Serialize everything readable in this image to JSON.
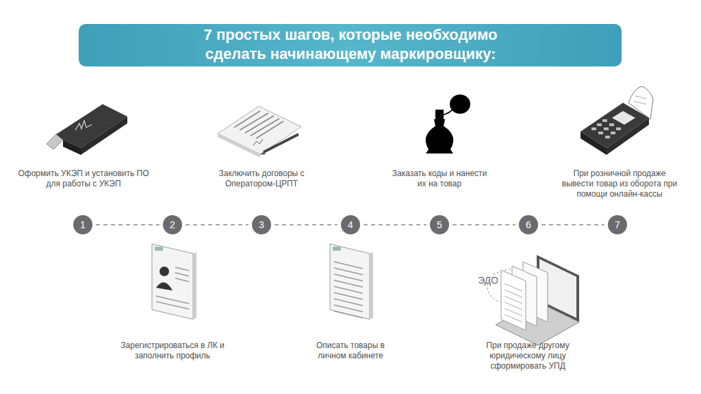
{
  "diagram": {
    "title": "7 простых шагов, которые необходимо сделать начинающему маркировщику:",
    "nodes": [
      {
        "text": [
          "1"
        ]
      },
      {
        "text": [
          "2"
        ]
      },
      {
        "text": [
          "3"
        ]
      },
      {
        "text": [
          "4"
        ]
      },
      {
        "text": [
          "5"
        ]
      },
      {
        "text": [
          "6"
        ]
      },
      {
        "text": [
          "7"
        ]
      }
    ],
    "edges": [
      {
        "from": 0,
        "to": 1,
        "arrow": "none"
      },
      {
        "from": 1,
        "to": 2,
        "arrow": "none"
      },
      {
        "from": 2,
        "to": 3,
        "arrow": "none"
      },
      {
        "from": 3,
        "to": 4,
        "arrow": "none"
      },
      {
        "from": 4,
        "to": 5,
        "arrow": "none"
      },
      {
        "from": 5,
        "to": 6,
        "arrow": "none"
      }
    ],
    "labels": [
      "Оформить УКЭП и установить ПО для работы с УКЭП",
      "Зарегистрироваться в ЛК и заполнить профиль",
      "Заключить договоры с Оператором-ЦРПТ",
      "Описать товары в личном кабинете",
      "Заказать коды и нанести их на товар",
      "При продаже другому юридическому лицу сформировать УПД",
      "При розничной продаже вывести товар из оборота при помощи онлайн-кассы",
      "ЭДО"
    ]
  }
}
